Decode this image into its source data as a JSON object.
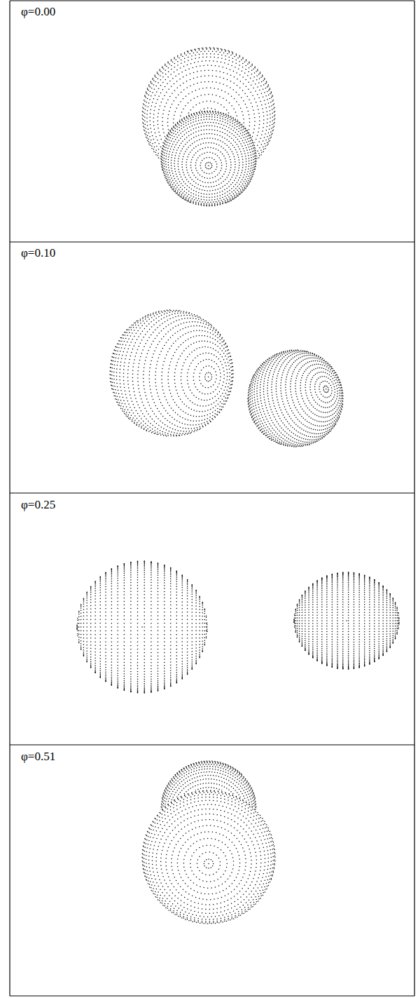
{
  "diagram": {
    "labels": [
      "φ=0.00",
      "φ=0.10",
      "φ=0.25",
      "φ=0.51"
    ]
  }
}
